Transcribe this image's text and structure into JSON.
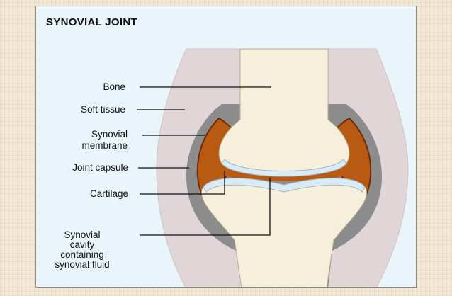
{
  "title": "SYNOVIAL JOINT",
  "labels": {
    "bone": "Bone",
    "soft_tissue": "Soft tissue",
    "synovial_membrane_1": "Synovial",
    "synovial_membrane_2": "membrane",
    "joint_capsule": "Joint capsule",
    "cartilage": "Cartilage",
    "cavity_1": "Synovial",
    "cavity_2": "cavity",
    "cavity_3": "containing",
    "cavity_4": "synovial fluid"
  },
  "colors": {
    "background": "#f3e9d6",
    "panel": "#eaf4fb",
    "soft_tissue": "#e0d6d8",
    "capsule": "#8c8c8c",
    "membrane": "#b85a12",
    "bone": "#f6efdc",
    "cartilage": "#d9ecf6"
  }
}
